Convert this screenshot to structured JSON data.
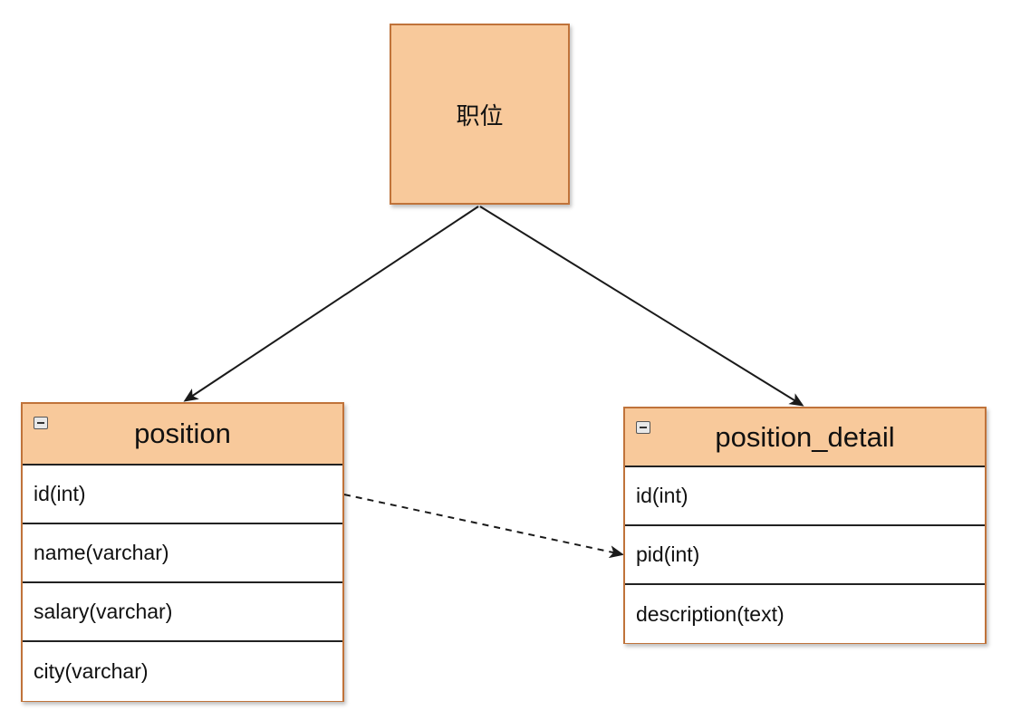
{
  "root": {
    "label": "职位"
  },
  "entities": {
    "position": {
      "title": "position",
      "fields": [
        "id(int)",
        "name(varchar)",
        "salary(varchar)",
        "city(varchar)"
      ]
    },
    "position_detail": {
      "title": "position_detail",
      "fields": [
        "id(int)",
        "pid(int)",
        "description(text)"
      ]
    }
  },
  "connections": [
    {
      "from": "root",
      "to": "position",
      "style": "solid-arrow"
    },
    {
      "from": "root",
      "to": "position_detail",
      "style": "solid-arrow"
    },
    {
      "from": "position.id",
      "to": "position_detail.pid",
      "style": "dashed-arrow"
    }
  ],
  "colors": {
    "node_fill": "#f8c99b",
    "node_border": "#c0733a",
    "line": "#1a1a1a"
  }
}
